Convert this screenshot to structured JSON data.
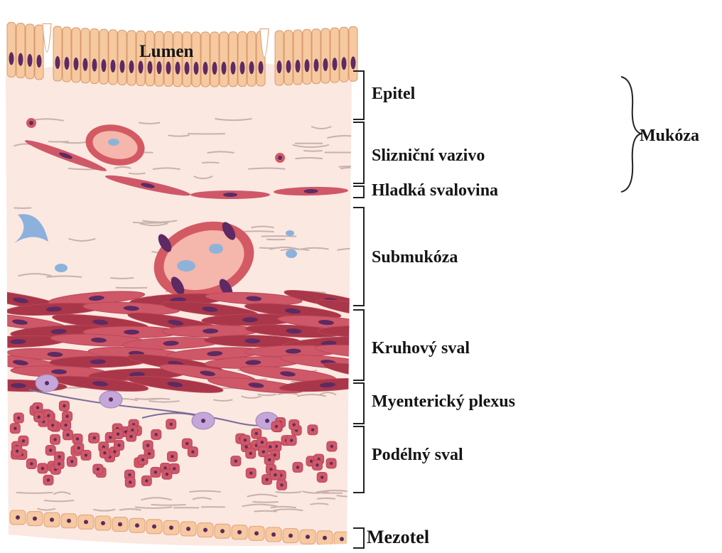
{
  "lumen_label": "Lumen",
  "layers": [
    {
      "key": "epitel",
      "label": "Epitel"
    },
    {
      "key": "vazivo",
      "label": "Slizniční vazivo"
    },
    {
      "key": "svalovina",
      "label": "Hladká svalovina"
    },
    {
      "key": "submukoza",
      "label": "Submukóza"
    },
    {
      "key": "kruhovy",
      "label": "Kruhový sval"
    },
    {
      "key": "plexus",
      "label": "Myenterický plexus"
    },
    {
      "key": "podelny",
      "label": "Podélný sval"
    },
    {
      "key": "mezotel",
      "label": "Mezotel"
    }
  ],
  "group_label": "Mukóza",
  "colors": {
    "background": "#ffffff",
    "tissue": "#fbe8e1",
    "epithelium": "#f6c9a0",
    "nucleus": "#5d2a63",
    "muscle": "#cf5868",
    "muscle_dark": "#a93649",
    "vessel_wall": "#d35a63",
    "vessel_lumen": "#f5b6ab",
    "blood_cell": "#8fb3d8",
    "lymph_vessel": "#8cb1dc",
    "nerve_cell": "#c4a6d8",
    "fiber": "#c9b1ad",
    "bracket": "#222222"
  }
}
